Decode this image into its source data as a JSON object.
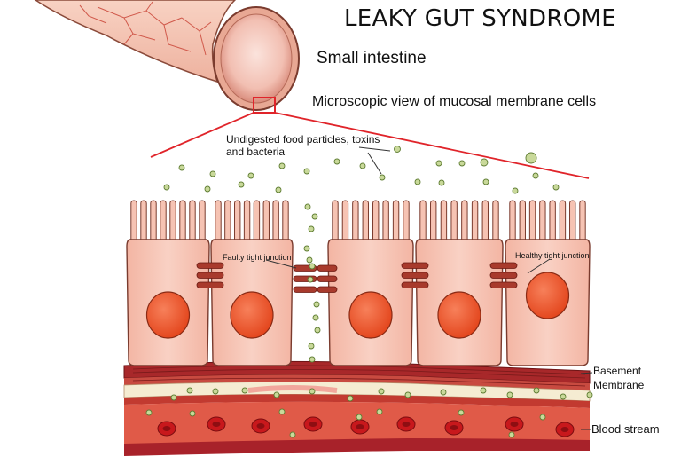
{
  "title": "LEAKY GUT SYNDROME",
  "labels": {
    "small_intestine": "Small intestine",
    "microscopic_view": "Microscopic view of mucosal membrane cells",
    "undigested": "Undigested food particles, toxins and bacteria",
    "faulty_junction": "Faulty tight junction",
    "healthy_junction": "Healthy tight junction",
    "basement_membrane": "Basement Membrane",
    "blood_stream": "Blood stream"
  },
  "colors": {
    "cell_fill": "#f6c3b3",
    "cell_stroke": "#7a3b2e",
    "nucleus": "#ee5a2c",
    "junction": "#a83a2c",
    "particle": "#c9d99a",
    "particle_stroke": "#5f7d33",
    "tissue_red": "#b4262a",
    "red_blood_cell": "#c8181c",
    "outline_red": "#e0242a"
  },
  "icons": [
    "intestine-tube",
    "epithelial-cell",
    "tight-junction",
    "particle",
    "red-blood-cell"
  ]
}
